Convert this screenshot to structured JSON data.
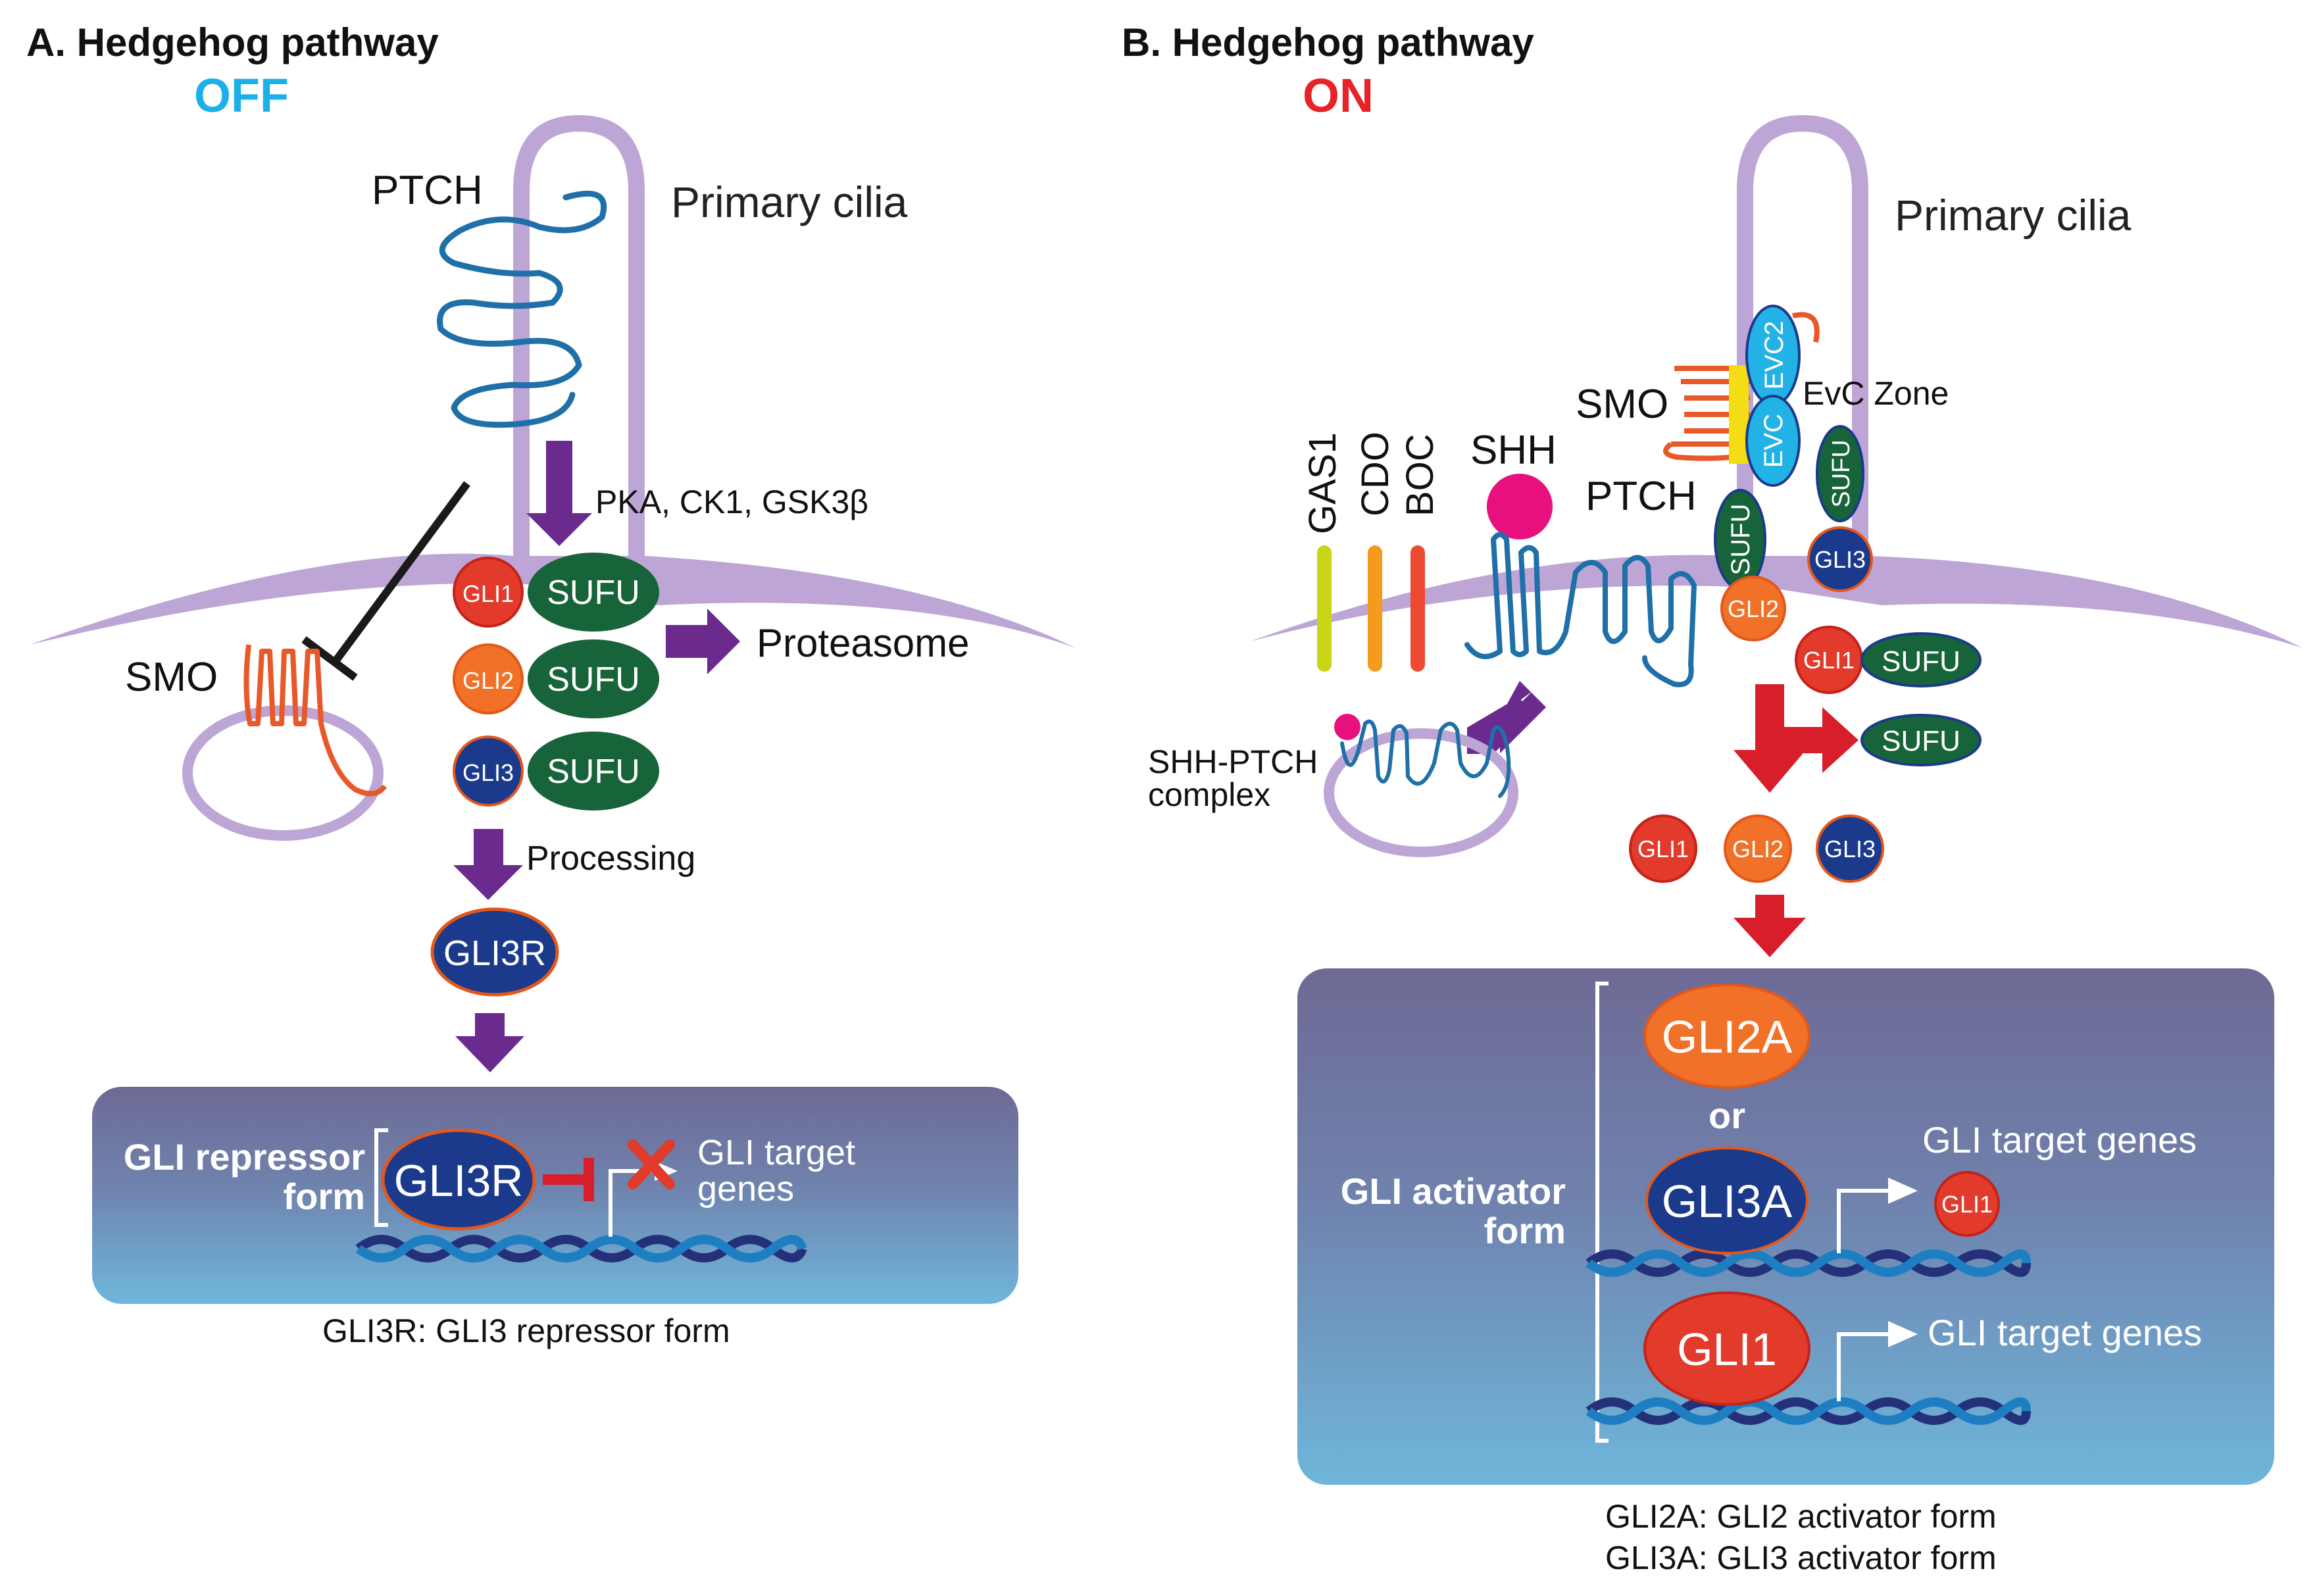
{
  "colors": {
    "cilia": "#bda6d6",
    "ptch": "#1f6fa8",
    "smo": "#e8592a",
    "arrow_purple": "#6b2a8e",
    "arrow_red": "#d81e2b",
    "sufu": "#17633a",
    "gli1": "#e23a2b",
    "gli2": "#f07127",
    "gli3": "#1b3a8c",
    "off_label": "#1cb0e8",
    "on_label": "#e82328",
    "evc": "#23b2e6",
    "shh": "#e8107e",
    "nucleus_top": "#6e6a95",
    "nucleus_bottom": "#6fb6db"
  },
  "panelA": {
    "title": "A. Hedgehog pathway",
    "state": "OFF",
    "primary_cilia": "Primary cilia",
    "ptch": "PTCH",
    "smo": "SMO",
    "kinases": "PKA, CK1, GSK3β",
    "complexes": [
      {
        "gli": "GLI1",
        "sufu": "SUFU"
      },
      {
        "gli": "GLI2",
        "sufu": "SUFU"
      },
      {
        "gli": "GLI3",
        "sufu": "SUFU"
      }
    ],
    "proteasome": "Proteasome",
    "processing": "Processing",
    "gli3r": "GLI3R",
    "nucleus_label_line1": "GLI repressor",
    "nucleus_label_line2": "form",
    "nucleus_gli": "GLI3R",
    "target_line1": "GLI target",
    "target_line2": "genes",
    "footnote": "GLI3R: GLI3 repressor form"
  },
  "panelB": {
    "title": "B. Hedgehog pathway",
    "state": "ON",
    "primary_cilia": "Primary cilia",
    "smo": "SMO",
    "evc": "EVC",
    "evc2": "EVC2",
    "evc_zone": "EvC Zone",
    "coreceptors": [
      "GAS1",
      "CDO",
      "BOC"
    ],
    "shh": "SHH",
    "ptch": "PTCH",
    "sufu_cilia_1": "SUFU",
    "sufu_cilia_2": "SUFU",
    "gli2_cilia": "GLI2",
    "gli3_cilia": "GLI3",
    "gli1_complex": "GLI1",
    "sufu_complex": "SUFU",
    "sufu_released": "SUFU",
    "shh_ptch_line1": "SHH-PTCH",
    "shh_ptch_line2": "complex",
    "free_glis": [
      "GLI1",
      "GLI2",
      "GLI3"
    ],
    "nucleus_label_line1": "GLI activator",
    "nucleus_label_line2": "form",
    "gli2a": "GLI2A",
    "or": "or",
    "gli3a": "GLI3A",
    "gli1_big": "GLI1",
    "target_genes_1": "GLI target genes",
    "target_gli1": "GLI1",
    "target_genes_2": "GLI target genes",
    "footnote_1": "GLI2A: GLI2 activator form",
    "footnote_2": "GLI3A: GLI3 activator form"
  }
}
